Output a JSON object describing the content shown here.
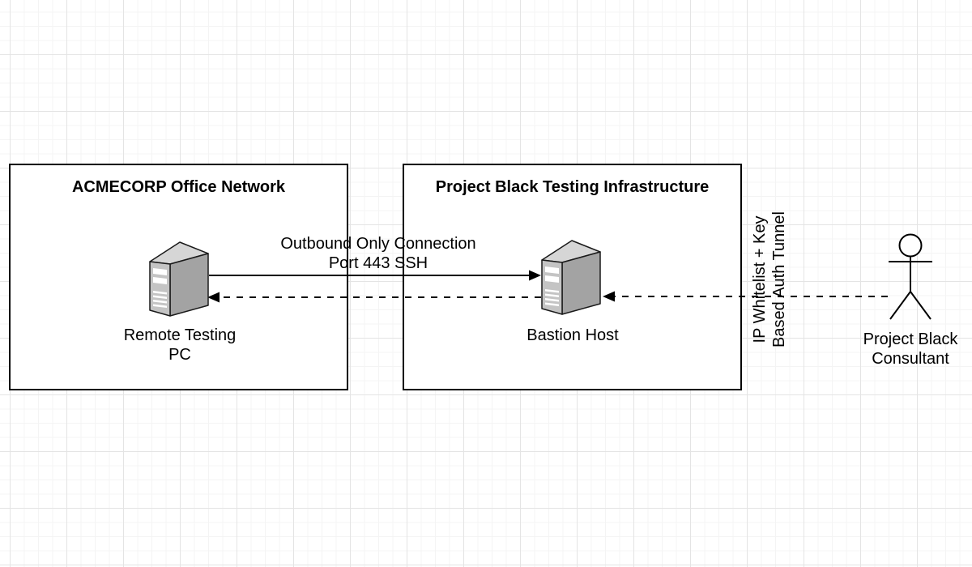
{
  "canvas": {
    "background": "#ffffff",
    "grid_minor_color": "#f4f4f4",
    "grid_major_color": "#e4e4e4"
  },
  "groups": [
    {
      "title": "ACMECORP Office Network"
    },
    {
      "title": "Project Black Testing Infrastructure"
    }
  ],
  "nodes": {
    "remote_pc": {
      "type": "server",
      "icon": "server-icon",
      "line1": "Remote Testing",
      "line2": "PC"
    },
    "bastion": {
      "type": "server",
      "icon": "server-icon",
      "line1": "Bastion Host"
    },
    "consultant": {
      "type": "actor",
      "icon": "actor-icon",
      "line1": "Project Black",
      "line2": "Consultant"
    }
  },
  "edges": {
    "outbound": {
      "style": "solid",
      "from": "remote_pc",
      "to": "bastion",
      "arrow": "right",
      "line1": "Outbound Only Connection",
      "line2": "Port 443 SSH"
    },
    "return_tunnel": {
      "style": "dashed",
      "from": "bastion",
      "to": "remote_pc",
      "arrow": "left"
    },
    "consultant_tunnel": {
      "style": "dashed",
      "from": "consultant",
      "to": "bastion",
      "arrow": "left",
      "line1": "IP Whitelist + Key",
      "line2": "Based Auth Tunnel"
    }
  },
  "colors": {
    "stroke": "#000000",
    "server_top": "#d6d6d6",
    "server_front": "#c4c4c4",
    "server_side": "#a3a3a3",
    "server_slot": "#ffffff"
  }
}
